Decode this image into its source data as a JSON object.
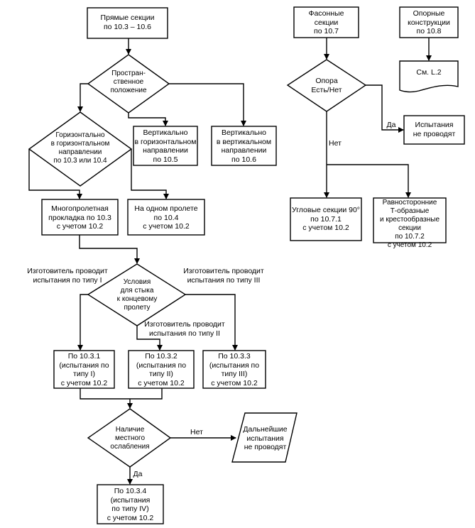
{
  "nodes": {
    "straight": "Прямые секции\nпо 10.3 – 10.6",
    "spatial": "Простран-\nственное\nположение",
    "horiz": "Горизонтально\nв горизонтальном\nнаправлении\nпо 10.3 или 10.4",
    "vert_h": "Вертикально\nв горизонтальном\nнаправлении\nпо 10.5",
    "vert_v": "Вертикально\nв вертикальном\nнаправлении\nпо 10.6",
    "multispan": "Многопролетная\nпрокладка по 10.3\nс учетом 10.2",
    "onespan": "На одном пролете\nпо 10.4\nс учетом 10.2",
    "joint": "Условия\nдля стыка\nк концевому\nпролету",
    "t1": "По 10.3.1\n(испытания по\nтипу I)\nс учетом 10.2",
    "t2": "По 10.3.2\n(испытания по\nтипу II)\nс учетом 10.2",
    "t3": "По 10.3.3\n(испытания по\nтипу III)\nс учетом 10.2",
    "weak": "Наличие\nместного\nослабления",
    "further": "Дальнейшие\nиспытания\nне проводят",
    "t4": "По 10.3.4\n(испытания\nпо типу IV)\nс учетом 10.2",
    "fitting": "Фасонные\nсекции\nпо 10.7",
    "support": "Опора\nЕсть/Нет",
    "notests": "Испытания\nне проводят",
    "angle": "Угловые секции 90°\nпо 10.7.1\nс учетом 10.2",
    "tee": "Равносторонние\nТ-образные\nи крестообразные\nсекции\nпо 10.7.2\nс учетом 10.2",
    "supports": "Опорные\nконструкции\nпо 10.8",
    "seeL2": "См. L.2"
  },
  "labels": {
    "mfr_type1": "Изготовитель проводит\nиспытания по типу I",
    "mfr_type3": "Изготовитель проводит\nиспытания по типу III",
    "mfr_type2": "Изготовитель проводит\nиспытания по типу II",
    "no_weak": "Нет",
    "yes_weak": "Да",
    "yes_support": "Да",
    "no_support": "Нет"
  }
}
